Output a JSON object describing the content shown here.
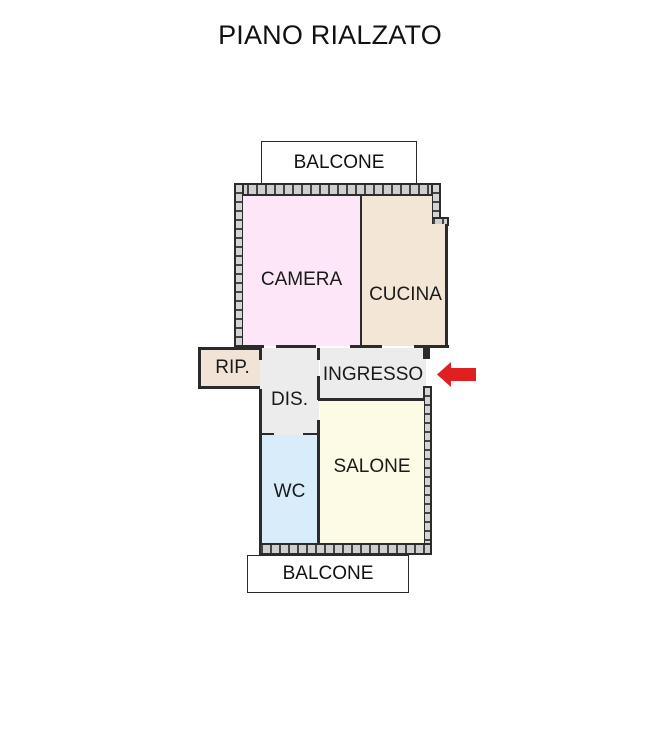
{
  "title": "PIANO RIALZATO",
  "colors": {
    "camera": "#fce6f7",
    "cucina": "#f4e6d6",
    "rip": "#f1e3d6",
    "dis": "#ececec",
    "ingresso": "#ececec",
    "wc": "#d8ecfa",
    "salone": "#fdfbe6",
    "entry_arrow": "#e02020",
    "wall": "#2b2b2b"
  },
  "rooms": {
    "balcone_top": "BALCONE",
    "camera": "CAMERA",
    "cucina": "CUCINA",
    "rip": "RIP.",
    "dis": "DIS.",
    "ingresso": "INGRESSO",
    "wc": "WC",
    "salone": "SALONE",
    "balcone_bottom": "BALCONE"
  },
  "entry_marker": "arrow-left-icon"
}
